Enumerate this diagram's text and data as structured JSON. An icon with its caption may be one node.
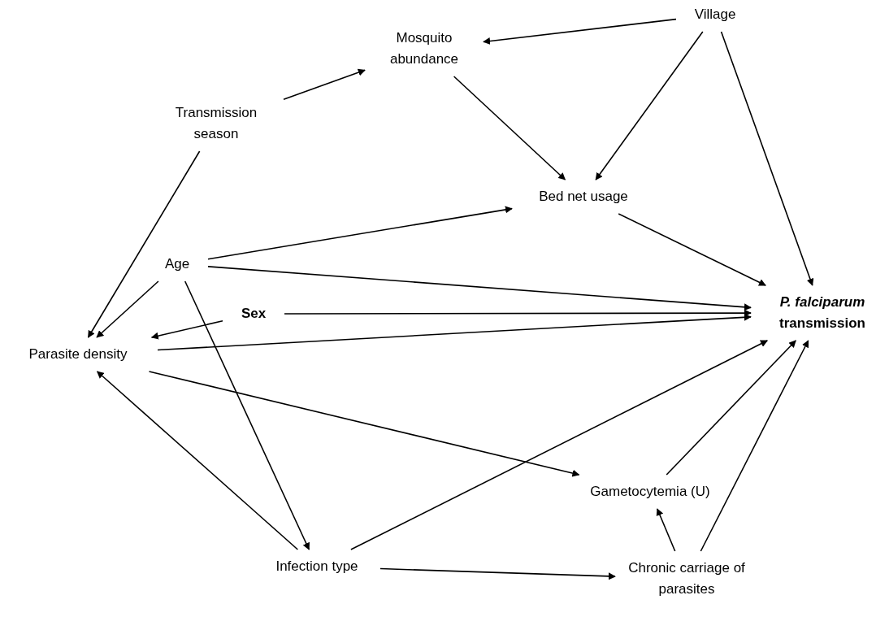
{
  "diagram": {
    "nodes": [
      {
        "text": [
          "Village"
        ]
      },
      {
        "text": [
          "Mosquito abundance"
        ]
      },
      {
        "text": [
          "Transmission season"
        ]
      },
      {
        "text": [
          "Bed net usage"
        ]
      },
      {
        "text": [
          "Age"
        ]
      },
      {
        "text": [
          "Sex"
        ]
      },
      {
        "text": [
          "*P. falciparum* transmission"
        ]
      },
      {
        "text": [
          "Parasite density"
        ]
      },
      {
        "text": [
          "Gametocytemia (U)"
        ]
      },
      {
        "text": [
          "Infection type"
        ]
      },
      {
        "text": [
          "Chronic carriage of parasites"
        ]
      }
    ],
    "edges": [
      {
        "from": 0,
        "to": 1,
        "arrow": "to"
      },
      {
        "from": 0,
        "to": 3,
        "arrow": "to"
      },
      {
        "from": 0,
        "to": 6,
        "arrow": "to"
      },
      {
        "from": 2,
        "to": 1,
        "arrow": "to"
      },
      {
        "from": 2,
        "to": 7,
        "arrow": "to"
      },
      {
        "from": 1,
        "to": 3,
        "arrow": "to"
      },
      {
        "from": 4,
        "to": 3,
        "arrow": "to"
      },
      {
        "from": 4,
        "to": 6,
        "arrow": "to"
      },
      {
        "from": 4,
        "to": 7,
        "arrow": "to"
      },
      {
        "from": 4,
        "to": 9,
        "arrow": "to"
      },
      {
        "from": 5,
        "to": 6,
        "arrow": "to"
      },
      {
        "from": 5,
        "to": 7,
        "arrow": "to"
      },
      {
        "from": 3,
        "to": 6,
        "arrow": "to"
      },
      {
        "from": 7,
        "to": 6,
        "arrow": "to"
      },
      {
        "from": 7,
        "to": 8,
        "arrow": "to"
      },
      {
        "from": 9,
        "to": 7,
        "arrow": "to"
      },
      {
        "from": 9,
        "to": 6,
        "arrow": "to"
      },
      {
        "from": 9,
        "to": 10,
        "arrow": "to"
      },
      {
        "from": 10,
        "to": 8,
        "arrow": "to"
      },
      {
        "from": 10,
        "to": 6,
        "arrow": "to"
      },
      {
        "from": 8,
        "to": 6,
        "arrow": "to"
      }
    ]
  }
}
